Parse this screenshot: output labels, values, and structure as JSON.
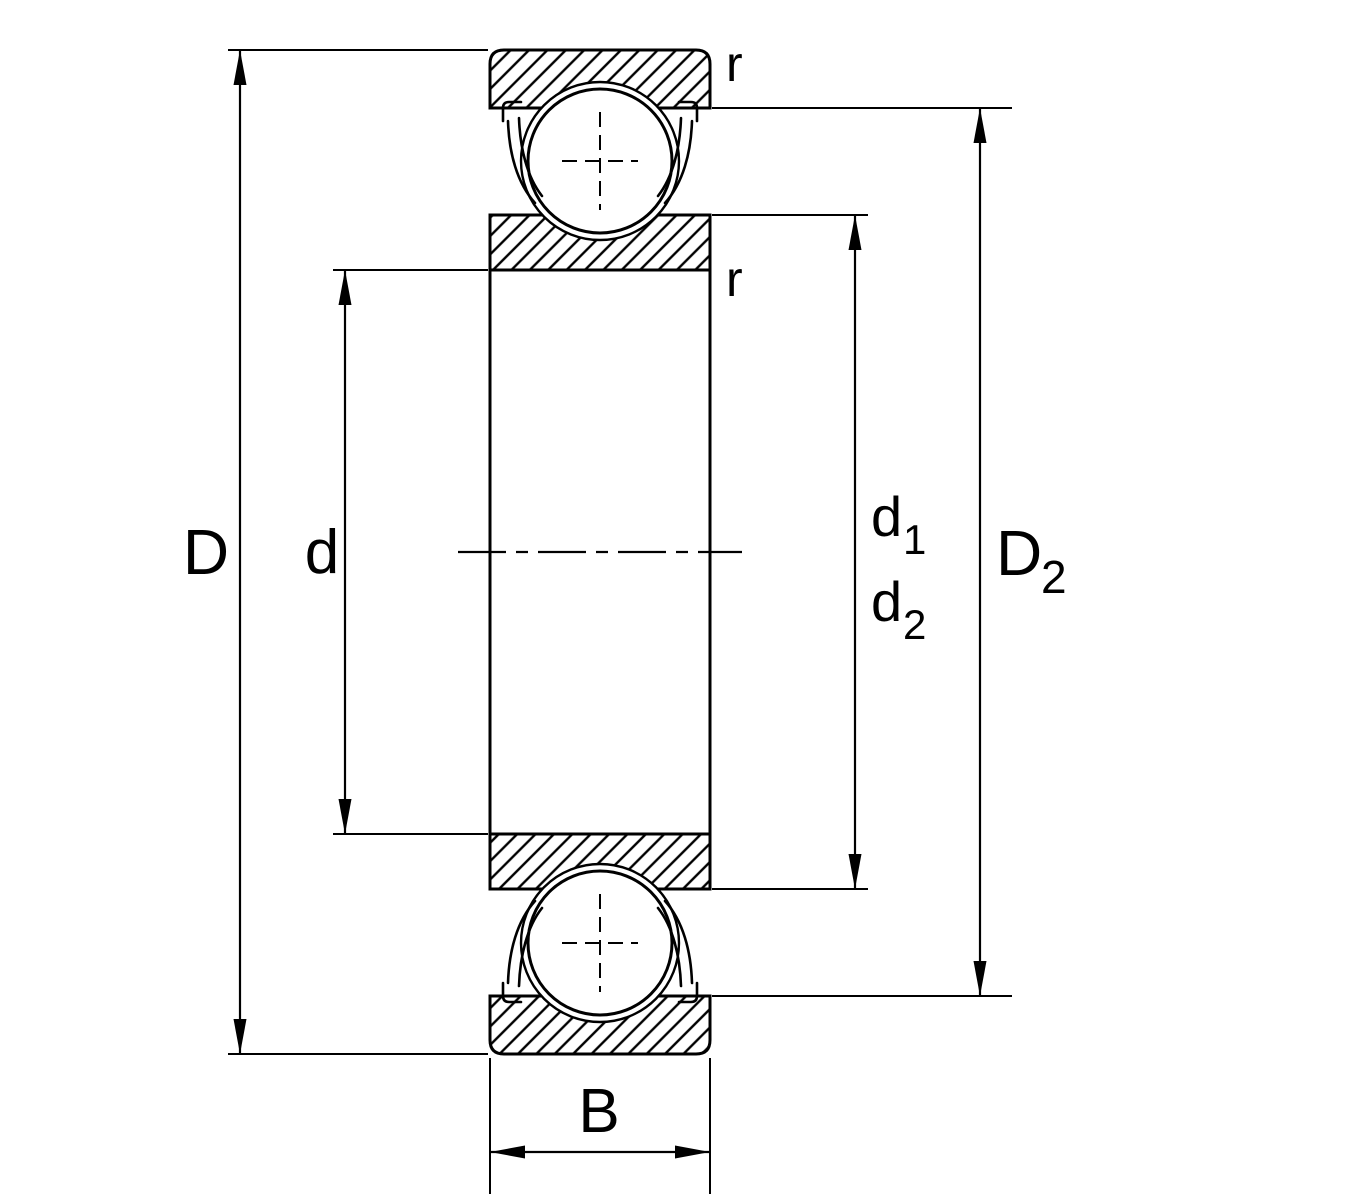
{
  "page": {
    "background_color": "#ffffff",
    "line_color": "#000000"
  },
  "labels": {
    "outer_diameter": {
      "main": "D"
    },
    "bore_diameter": {
      "main": "d"
    },
    "inner_shoulder_diameter": {
      "main": "d",
      "sub": "1"
    },
    "seal_recess_diameter": {
      "main": "d",
      "sub": "2"
    },
    "outer_recess_diameter": {
      "main": "D",
      "sub": "2"
    },
    "width": {
      "main": "B"
    },
    "chamfer_radius_outer": "r",
    "chamfer_radius_inner": "r"
  }
}
